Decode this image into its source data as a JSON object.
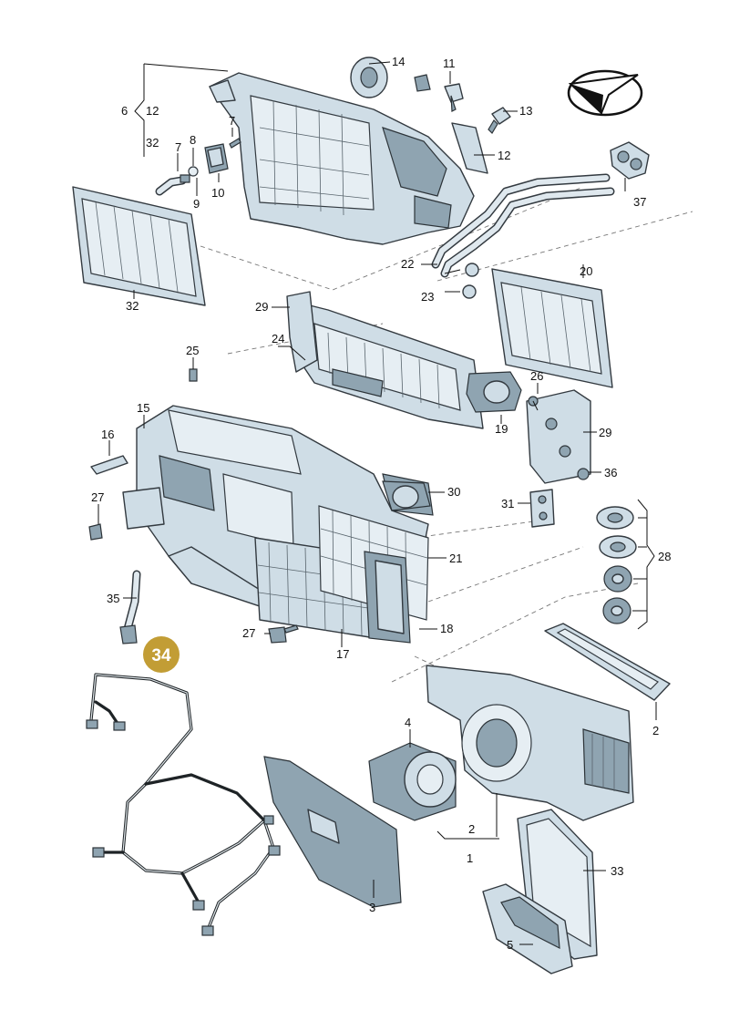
{
  "diagram": {
    "highlight": {
      "number": "34",
      "color": "#c29d35"
    },
    "callouts": [
      {
        "id": "c14",
        "text": "14"
      },
      {
        "id": "c11",
        "text": "11"
      },
      {
        "id": "c13",
        "text": "13"
      },
      {
        "id": "c12a",
        "text": "12"
      },
      {
        "id": "c6",
        "text": "6"
      },
      {
        "id": "c12b",
        "text": "12"
      },
      {
        "id": "c32a",
        "text": "32"
      },
      {
        "id": "c7a",
        "text": "7"
      },
      {
        "id": "c8",
        "text": "8"
      },
      {
        "id": "c7b",
        "text": "7"
      },
      {
        "id": "c10",
        "text": "10"
      },
      {
        "id": "c9",
        "text": "9"
      },
      {
        "id": "c37",
        "text": "37"
      },
      {
        "id": "c32b",
        "text": "32"
      },
      {
        "id": "c22",
        "text": "22"
      },
      {
        "id": "c23",
        "text": "23"
      },
      {
        "id": "c20",
        "text": "20"
      },
      {
        "id": "c29a",
        "text": "29"
      },
      {
        "id": "c24",
        "text": "24"
      },
      {
        "id": "c25",
        "text": "25"
      },
      {
        "id": "c26",
        "text": "26"
      },
      {
        "id": "c15",
        "text": "15"
      },
      {
        "id": "c19",
        "text": "19"
      },
      {
        "id": "c29b",
        "text": "29"
      },
      {
        "id": "c16",
        "text": "16"
      },
      {
        "id": "c36",
        "text": "36"
      },
      {
        "id": "c30",
        "text": "30"
      },
      {
        "id": "c27a",
        "text": "27"
      },
      {
        "id": "c31",
        "text": "31"
      },
      {
        "id": "c21",
        "text": "21"
      },
      {
        "id": "c28",
        "text": "28"
      },
      {
        "id": "c35",
        "text": "35"
      },
      {
        "id": "c27b",
        "text": "27"
      },
      {
        "id": "c18",
        "text": "18"
      },
      {
        "id": "c17",
        "text": "17"
      },
      {
        "id": "c2a",
        "text": "2"
      },
      {
        "id": "c4",
        "text": "4"
      },
      {
        "id": "c2b",
        "text": "2"
      },
      {
        "id": "c1",
        "text": "1"
      },
      {
        "id": "c33",
        "text": "33"
      },
      {
        "id": "c3",
        "text": "3"
      },
      {
        "id": "c5",
        "text": "5"
      }
    ]
  }
}
